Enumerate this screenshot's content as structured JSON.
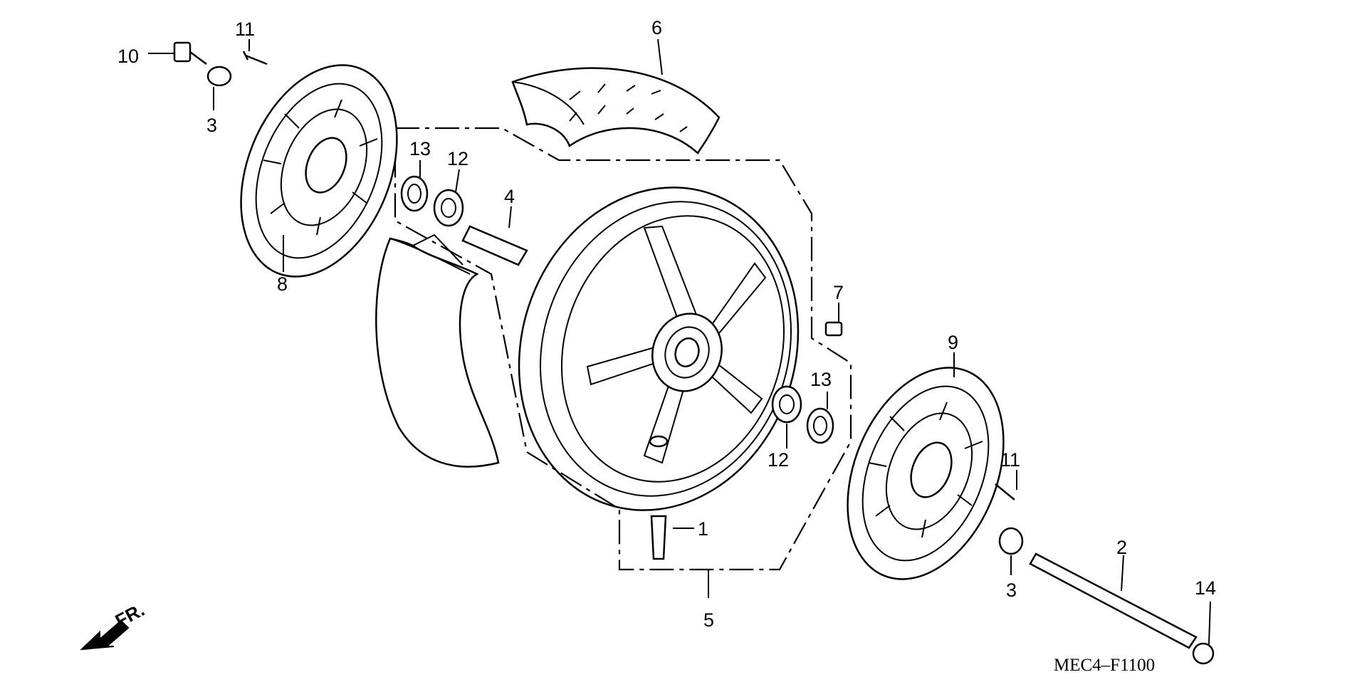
{
  "diagram": {
    "callouts": {
      "c1": "1",
      "c2": "2",
      "c3_top": "3",
      "c3_bottom": "3",
      "c4": "4",
      "c5": "5",
      "c6": "6",
      "c7": "7",
      "c8": "8",
      "c9": "9",
      "c10": "10",
      "c11_top": "11",
      "c11_right": "11",
      "c12_top": "12",
      "c12_bottom": "12",
      "c13_top": "13",
      "c13_right": "13",
      "c14": "14"
    },
    "direction_label": "FR.",
    "drawing_code": "MEC4–F1100"
  }
}
